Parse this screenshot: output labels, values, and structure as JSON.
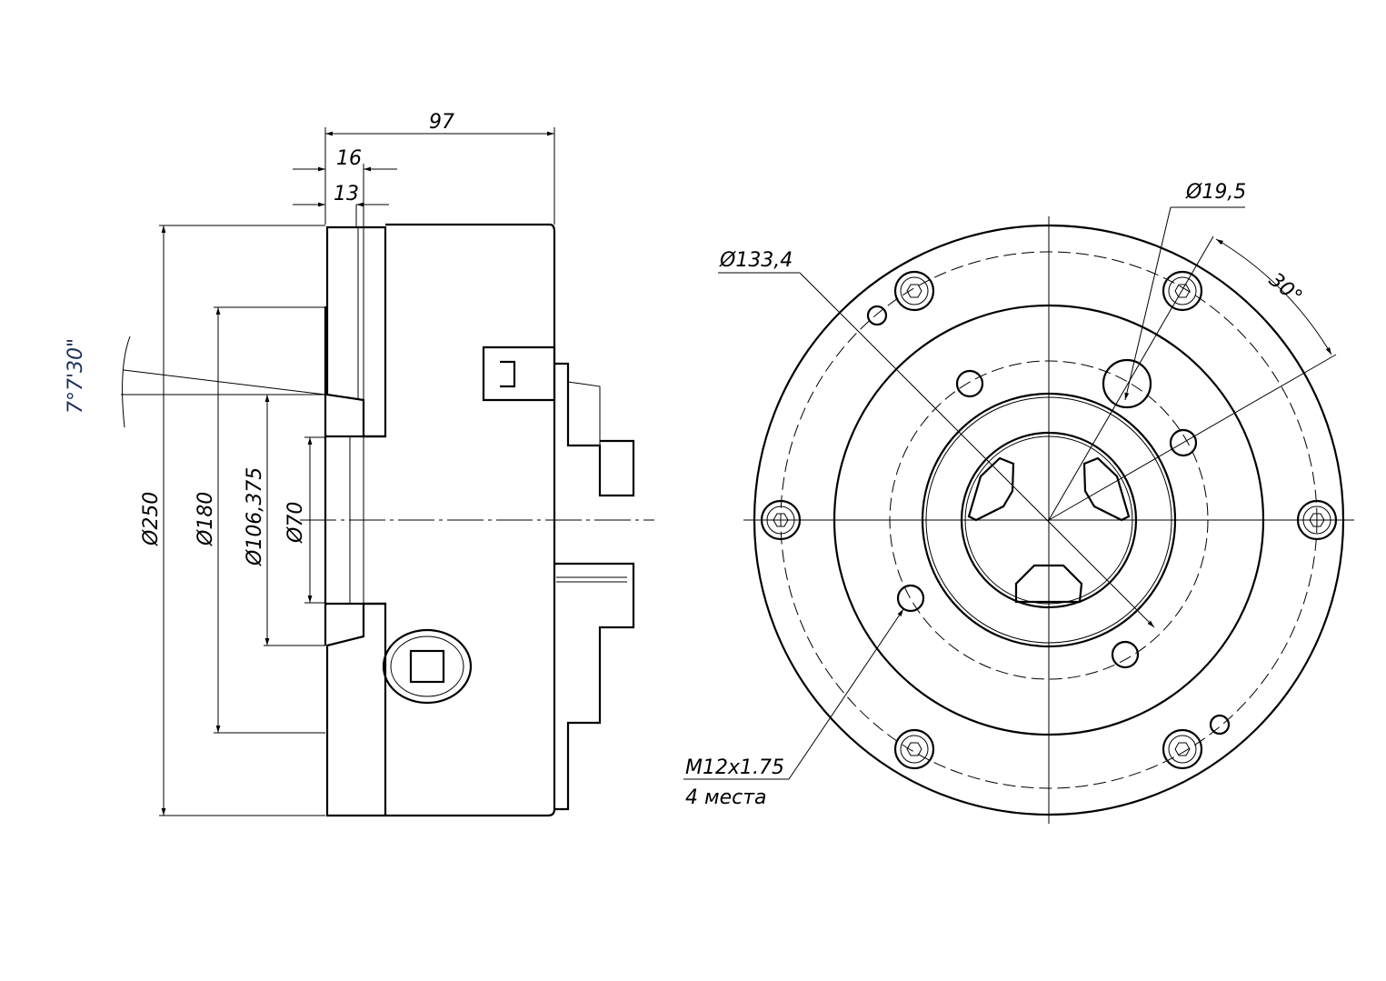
{
  "side_view": {
    "dim_length": "97",
    "dim_16": "16",
    "dim_13": "13",
    "dim_angle": "7°7'30\"",
    "dim_d250": "Ø250",
    "dim_d180": "Ø180",
    "dim_d106": "Ø106,375",
    "dim_d70": "Ø70"
  },
  "front_view": {
    "dim_d133": "Ø133,4",
    "dim_d19": "Ø19,5",
    "dim_angle30": "30°",
    "thread_label": "M12x1.75",
    "thread_count": "4 места"
  }
}
